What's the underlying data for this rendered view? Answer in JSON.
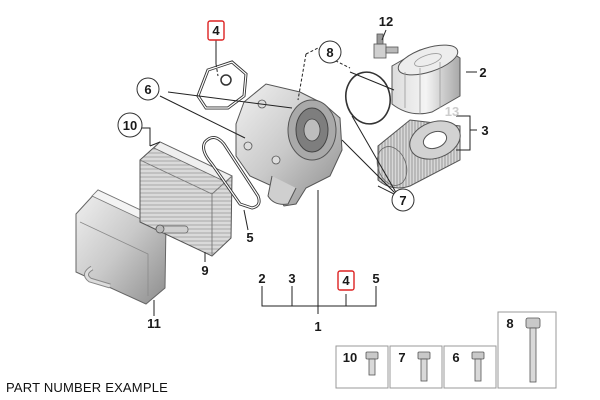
{
  "caption": "PART NUMBER EXAMPLE",
  "colors": {
    "highlight": "#d22222",
    "part_light": "#e4e4e4",
    "part_mid": "#b9b9b9",
    "part_dark": "#7a7a7a",
    "line": "#222222"
  },
  "callouts": {
    "c1": "1",
    "c2": "2",
    "c3": "3",
    "c4_top": "4",
    "c5": "5",
    "c6": "6",
    "c7": "7",
    "c8": "8",
    "c9": "9",
    "c10": "10",
    "c11": "11",
    "c12": "12",
    "c13": "13"
  },
  "group": {
    "g2": "2",
    "g3": "3",
    "g4": "4",
    "g5": "5"
  },
  "hardware": {
    "h10": "10",
    "h7": "7",
    "h6": "6",
    "h8": "8"
  }
}
